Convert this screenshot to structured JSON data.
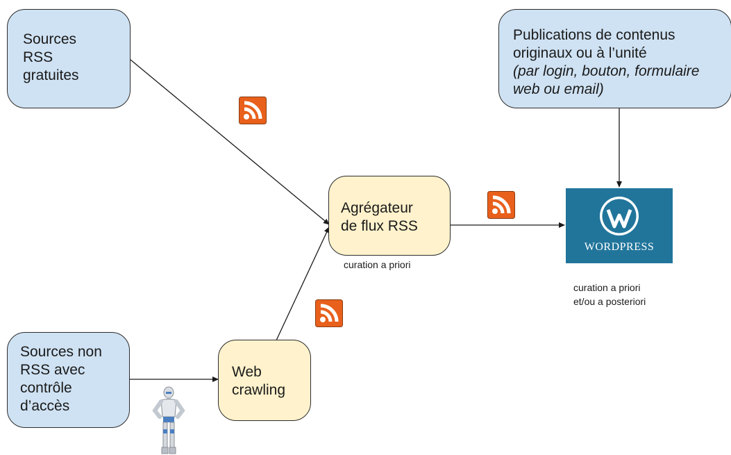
{
  "nodes": {
    "sources_rss": {
      "lines": [
        "Sources",
        "RSS",
        "gratuites"
      ]
    },
    "publications": {
      "lines": [
        "Publications de contenus",
        "originaux ou à l’unité"
      ],
      "italic_lines": [
        "(par login, bouton, formulaire",
        "web ou email)"
      ]
    },
    "aggregator": {
      "lines": [
        "Agrégateur",
        "de flux RSS"
      ],
      "caption": "curation a priori"
    },
    "wordpress": {
      "logo_text": "WORDPRESS",
      "caption_lines": [
        "curation a priori",
        "et/ou a posteriori"
      ]
    },
    "sources_non_rss": {
      "lines": [
        "Sources non",
        "RSS avec",
        "contrôle",
        "d’accès"
      ]
    },
    "web_crawling": {
      "lines": [
        "Web",
        "crawling"
      ]
    }
  },
  "colors": {
    "source_fill": "#cfe2f3",
    "process_fill": "#fff2cc",
    "rss_orange": "#e8601c",
    "wordpress_blue": "#21759b"
  },
  "icons": [
    "rss-icon",
    "wordpress-logo-icon",
    "robot-icon"
  ]
}
